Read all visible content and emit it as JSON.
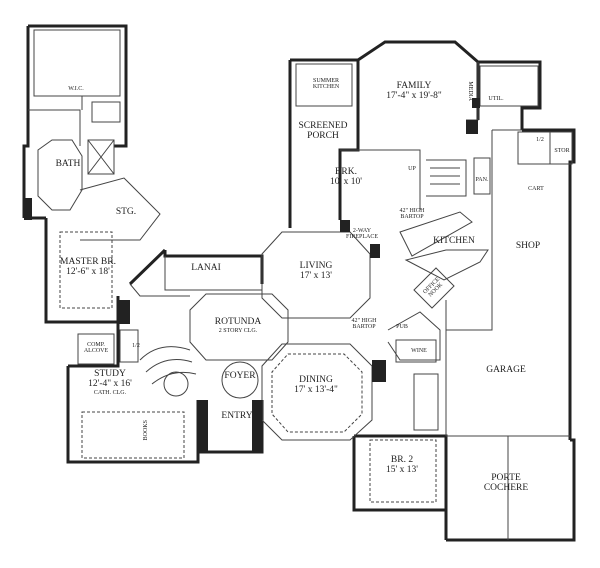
{
  "rooms": {
    "family": {
      "name": "FAMILY",
      "dim": "17'-4\" x 19'-8\""
    },
    "summer_kitchen": {
      "name": "SUMMER\nKITCHEN"
    },
    "media": {
      "name": "MEDIA"
    },
    "util": {
      "name": "UTIL."
    },
    "shop": {
      "name": "SHOP"
    },
    "cart": {
      "name": "CART"
    },
    "half_bath_right": {
      "name": "1/2"
    },
    "stor": {
      "name": "STOR"
    },
    "screened_porch": {
      "name": "SCREENED\nPORCH"
    },
    "brk": {
      "name": "BRK.",
      "dim": "10' x 10'"
    },
    "up": {
      "name": "UP"
    },
    "pan": {
      "name": "PAN."
    },
    "kitchen": {
      "name": "KITCHEN"
    },
    "bartop_42_upper": {
      "name": "42\" HIGH\nBARTOP"
    },
    "fireplace": {
      "name": "2-WAY\nFIREPLACE"
    },
    "office_nook": {
      "name": "OFFICE\nNOOK"
    },
    "wic": {
      "name": "W.I.C."
    },
    "bath": {
      "name": "BATH"
    },
    "stg": {
      "name": "STG."
    },
    "master": {
      "name": "MASTER BR.",
      "dim": "12'-6\" x 18'"
    },
    "lanai": {
      "name": "LANAI"
    },
    "living": {
      "name": "LIVING",
      "dim": "17' x 13'"
    },
    "rotunda": {
      "name": "ROTUNDA",
      "sub": "2 STORY CLG."
    },
    "bartop_42_lower": {
      "name": "42\" HIGH\nBARTOP"
    },
    "pub": {
      "name": "PUB"
    },
    "wine": {
      "name": "WINE"
    },
    "garage": {
      "name": "GARAGE"
    },
    "comp_alcove": {
      "name": "COMP.\nALCOVE"
    },
    "half_bath_left": {
      "name": "1/2"
    },
    "foyer": {
      "name": "FOYER"
    },
    "dining": {
      "name": "DINING",
      "dim": "17' x 13'-4\""
    },
    "study": {
      "name": "STUDY",
      "dim": "12'-4\" x 16'",
      "sub": "CATH. CLG."
    },
    "books": {
      "name": "BOOKS"
    },
    "entry": {
      "name": "ENTRY"
    },
    "br2": {
      "name": "BR. 2",
      "dim": "15' x 13'"
    },
    "porte_cochere": {
      "name": "PORTE\nCOCHERE"
    }
  }
}
